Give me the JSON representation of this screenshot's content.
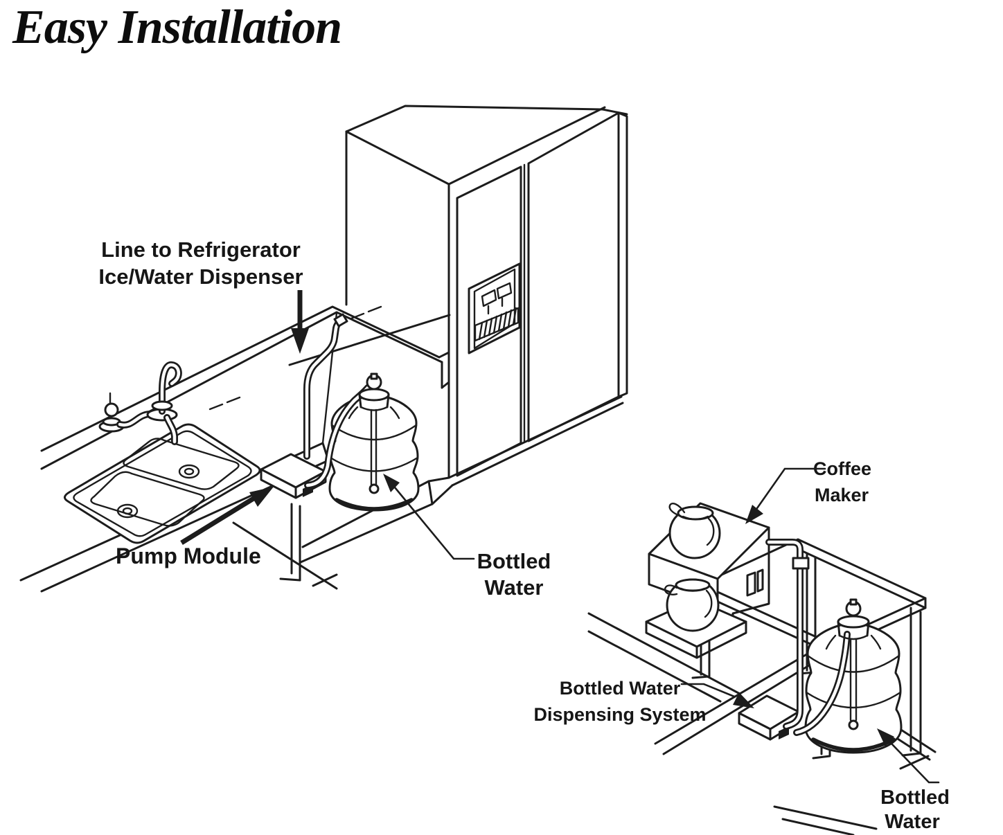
{
  "title": "Easy Installation",
  "colors": {
    "ink": "#1c1c1c",
    "paper": "#ffffff"
  },
  "left_scene": {
    "dispenser_line_label": {
      "line1": "Line to Refrigerator",
      "line2": "Ice/Water Dispenser"
    },
    "pump_label": "Pump Module",
    "bottle_label": {
      "line1": "Bottled",
      "line2": "Water"
    }
  },
  "right_scene": {
    "coffee_label": {
      "line1": "Coffee",
      "line2": "Maker"
    },
    "system_label": {
      "line1": "Bottled Water",
      "line2": "Dispensing System"
    },
    "bottle_label": {
      "line1": "Bottled",
      "line2": "Water"
    }
  }
}
